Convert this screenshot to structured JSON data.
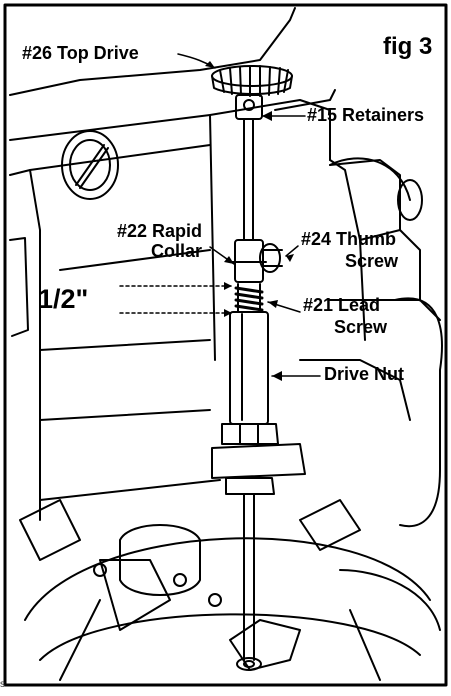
{
  "figure": {
    "fig_label": "fig 3",
    "dimension": "1/2\"",
    "corner_mark": "s"
  },
  "callouts": {
    "top_drive": "#26 Top Drive",
    "retainers": "#15 Retainers",
    "rapid_collar_line1": "#22 Rapid",
    "rapid_collar_line2": "Collar",
    "thumb_screw_line1": "#24 Thumb",
    "thumb_screw_line2": "Screw",
    "lead_screw_line1": "#21 Lead",
    "lead_screw_line2": "Screw",
    "drive_nut": "Drive Nut"
  }
}
